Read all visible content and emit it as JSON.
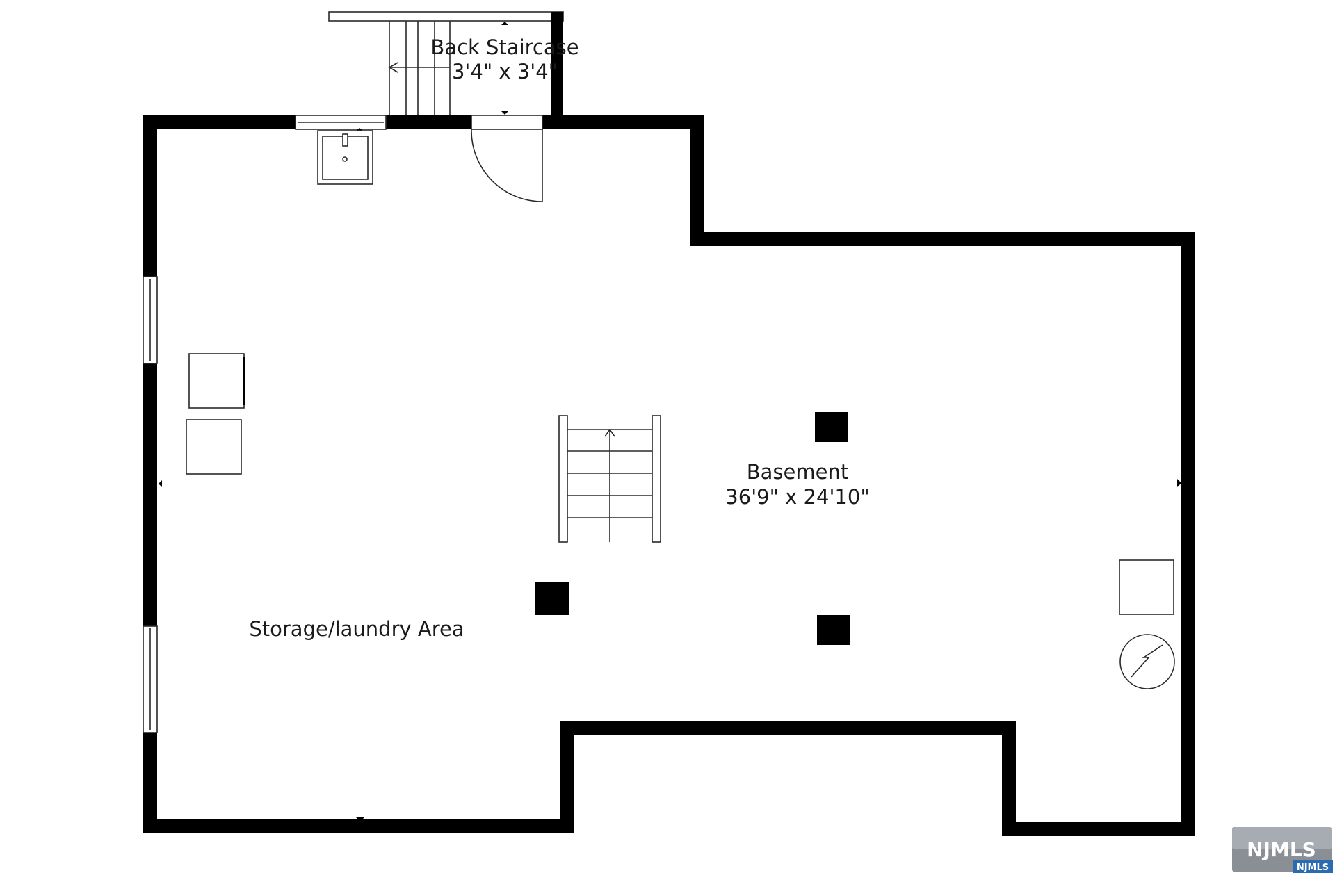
{
  "rooms": {
    "back_staircase": {
      "name": "Back Staircase",
      "dims": "3'4\" x 3'4\""
    },
    "basement": {
      "name": "Basement",
      "dims": "36'9\" x 24'10\""
    },
    "storage": {
      "name": "Storage/laundry Area"
    }
  },
  "watermark": {
    "text": "NJMLS",
    "small_text": "NJMLS"
  },
  "colors": {
    "wall": "#000000",
    "background": "#ffffff",
    "logo_blue": "#2b6cb0"
  },
  "icons": [
    "sink-icon",
    "washer-icon",
    "dryer-icon",
    "water-heater-icon",
    "electric-panel-icon",
    "support-column-icon"
  ]
}
